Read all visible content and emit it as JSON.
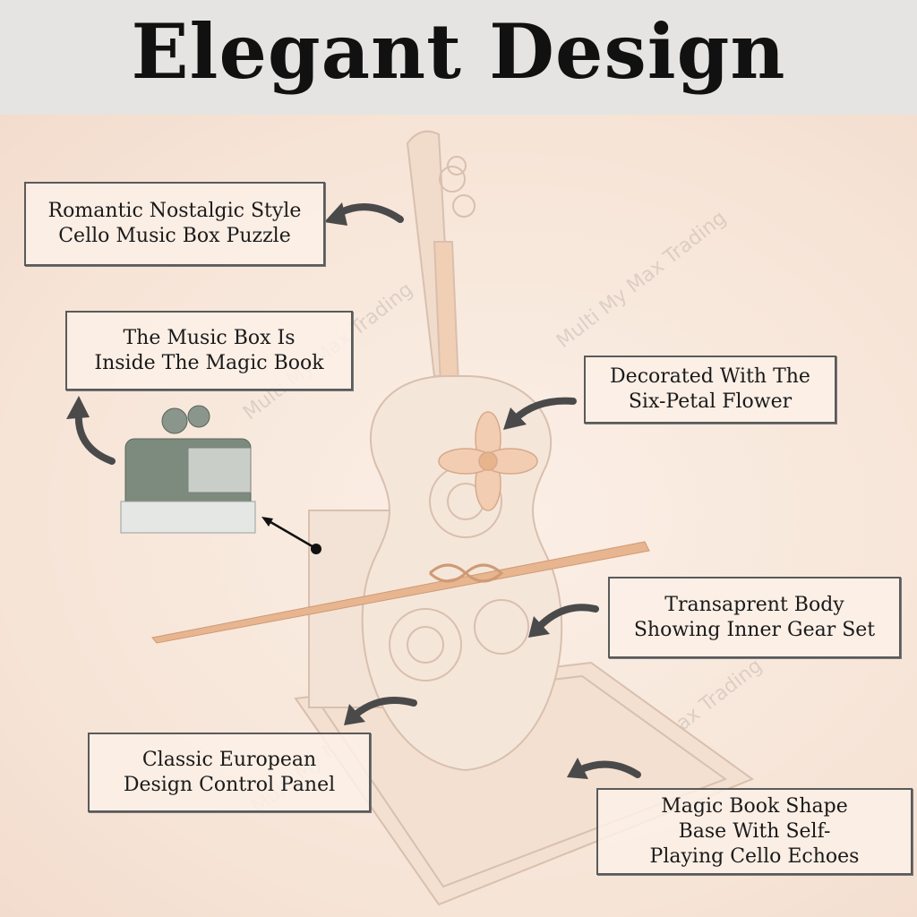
{
  "title": "Elegant Design",
  "watermark": "Multi My Max Trading",
  "callouts": [
    {
      "text": "Romantic Nostalgic Style\nCello Music Box Puzzle"
    },
    {
      "text": "The Music Box Is\nInside The Magic Book"
    },
    {
      "text": "Decorated With The\nSix-Petal Flower"
    },
    {
      "text": "Transaprent Body\nShowing Inner Gear Set"
    },
    {
      "text": "Classic European\nDesign Control Panel"
    },
    {
      "text": "Magic Book Shape\nBase With Self-\nPlaying Cello Echoes"
    }
  ],
  "colors": {
    "header_bg": "#e5e4e2",
    "background": "#f7e8dc",
    "arrow": "#4a4a4a",
    "wood": "#e7b58f"
  }
}
